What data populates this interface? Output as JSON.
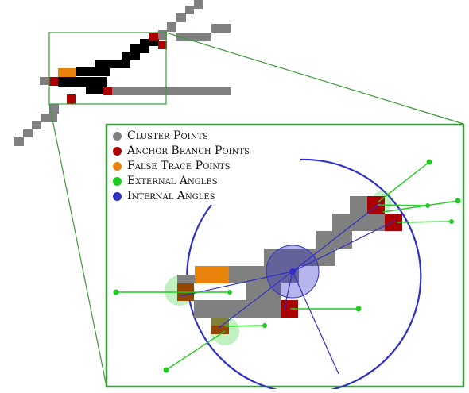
{
  "legend": {
    "items": [
      {
        "label": "Cluster Points",
        "color": "#808080"
      },
      {
        "label": "Anchor Branch Points",
        "color": "#aa0000"
      },
      {
        "label": "False Trace Points",
        "color": "#e8820a"
      },
      {
        "label": "External Angles",
        "color": "#1fcc1f"
      },
      {
        "label": "Internal Angles",
        "color": "#2f2fc8"
      }
    ]
  },
  "colors": {
    "cluster": "#808080",
    "anchor": "#aa0000",
    "false_trace": "#e8820a",
    "trace": "#000000",
    "external": "#1fcc1f",
    "internal": "#2f2fc8",
    "frame": "#3d9a3d"
  }
}
